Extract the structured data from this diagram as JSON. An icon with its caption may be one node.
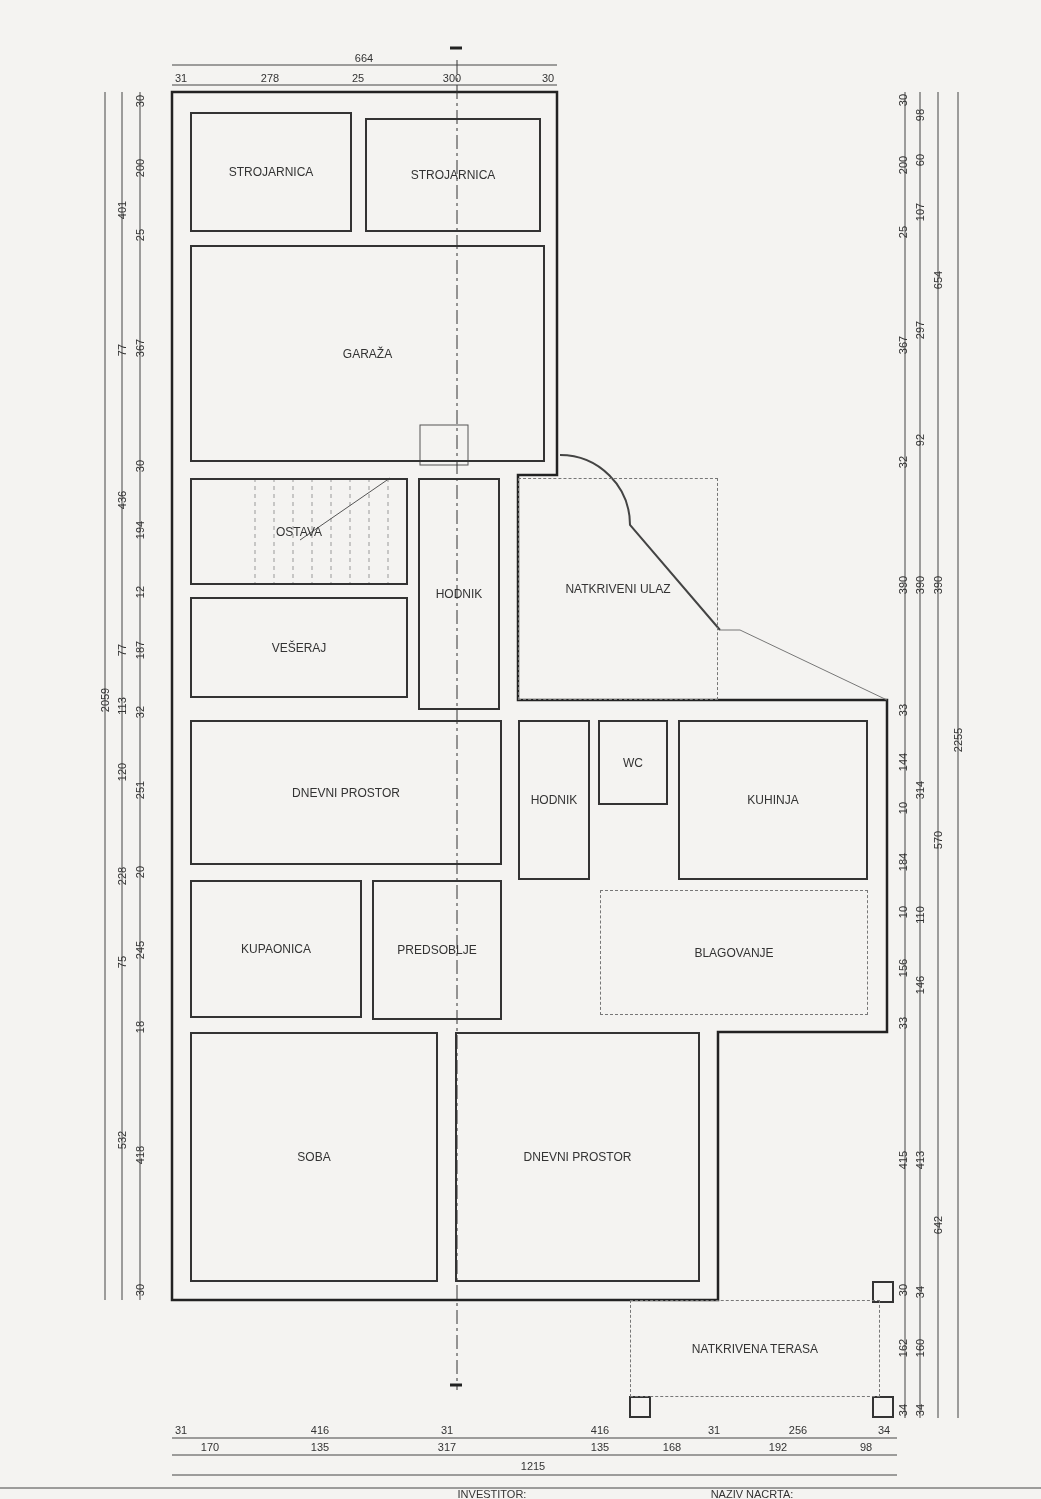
{
  "diagram": {
    "nodes": [
      {
        "text": [
          "STROJARNICA"
        ]
      },
      {
        "text": [
          "STROJARNICA"
        ]
      },
      {
        "text": [
          "GARAŽA"
        ]
      },
      {
        "text": [
          "OSTAVA"
        ]
      },
      {
        "text": [
          "HODNIK"
        ]
      },
      {
        "text": [
          "NATKRIVENI ULAZ"
        ]
      },
      {
        "text": [
          "VEŠERAJ"
        ]
      },
      {
        "text": [
          "DNEVNI PROSTOR"
        ]
      },
      {
        "text": [
          "HODNIK"
        ]
      },
      {
        "text": [
          "WC"
        ]
      },
      {
        "text": [
          "KUHINJA"
        ]
      },
      {
        "text": [
          "KUPAONICA"
        ]
      },
      {
        "text": [
          "PREDSOBLJE"
        ]
      },
      {
        "text": [
          "BLAGOVANJE"
        ]
      },
      {
        "text": [
          "SOBA"
        ]
      },
      {
        "text": [
          "DNEVNI PROSTOR"
        ]
      },
      {
        "text": [
          "NATKRIVENA TERASA"
        ]
      }
    ],
    "labels": [
      "664",
      "31",
      "278",
      "25",
      "300",
      "30",
      "2059",
      "401",
      "77",
      "436",
      "77",
      "113",
      "120",
      "228",
      "75",
      "532",
      "30",
      "200",
      "25",
      "367",
      "30",
      "194",
      "12",
      "187",
      "32",
      "251",
      "20",
      "245",
      "18",
      "418",
      "30",
      "30",
      "200",
      "25",
      "367",
      "32",
      "390",
      "33",
      "144",
      "10",
      "184",
      "10",
      "156",
      "33",
      "415",
      "30",
      "162",
      "34",
      "98",
      "60",
      "107",
      "297",
      "92",
      "390",
      "314",
      "110",
      "146",
      "413",
      "34",
      "160",
      "34",
      "654",
      "390",
      "570",
      "642",
      "2255",
      "31",
      "416",
      "31",
      "416",
      "31",
      "256",
      "34",
      "170",
      "135",
      "317",
      "135",
      "168",
      "192",
      "98",
      "1215",
      "INVESTITOR:",
      "NAZIV NACRTA:"
    ]
  }
}
